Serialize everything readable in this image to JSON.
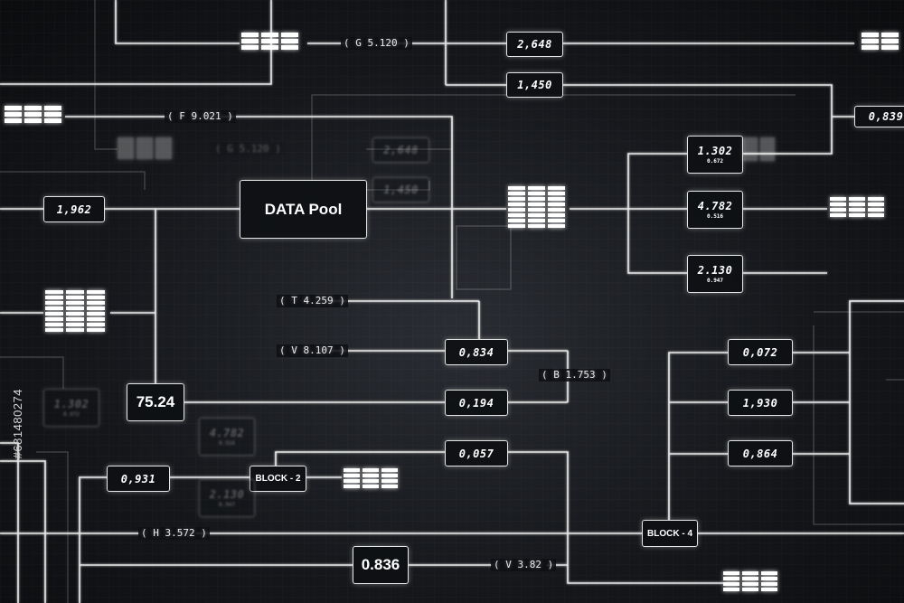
{
  "main_node": "DATA Pool",
  "values": {
    "top_2648": "2,648",
    "top_1450": "1,450",
    "right_0839": "0,839",
    "left_1962": "1,962",
    "mid_0834": "0,834",
    "mid_0194": "0,194",
    "big_7524": "75.24",
    "mid_0057": "0,057",
    "left_0931": "0,931",
    "big_0836": "0.836",
    "r_1302": "1.302",
    "r_1302_sub": "0.672",
    "r_4782": "4.782",
    "r_4782_sub": "0.516",
    "r_2130": "2.130",
    "r_2130_sub": "0.947",
    "r_0072": "0,072",
    "r_1930": "1,930",
    "r_0864": "0,864",
    "ghost_2648": "2,648",
    "ghost_1450": "1,450",
    "ghost_1302": "1.302",
    "ghost_1302_sub": "0.672",
    "ghost_4782": "4.782",
    "ghost_4782_sub": "0.516",
    "ghost_2130": "2.130",
    "ghost_2130_sub": "0.947"
  },
  "blocks": {
    "block2": "BLOCK - 2",
    "block4": "BLOCK - 4"
  },
  "labels": {
    "g5120": "( G 5.120 )",
    "f9021": "( F 9.021 )",
    "ghost_g5120": "( G 5.120 )",
    "t4259": "( T 4.259 )",
    "v8107": "( V 8.107 )",
    "b1753": "( B 1.753 )",
    "h3572": "( H 3.572 )",
    "v382": "( V 3.82 )"
  },
  "watermark_id": "#681480274",
  "colors": {
    "line": "#e6e6e6",
    "background": "#15171b",
    "glow": "#ffffff"
  }
}
